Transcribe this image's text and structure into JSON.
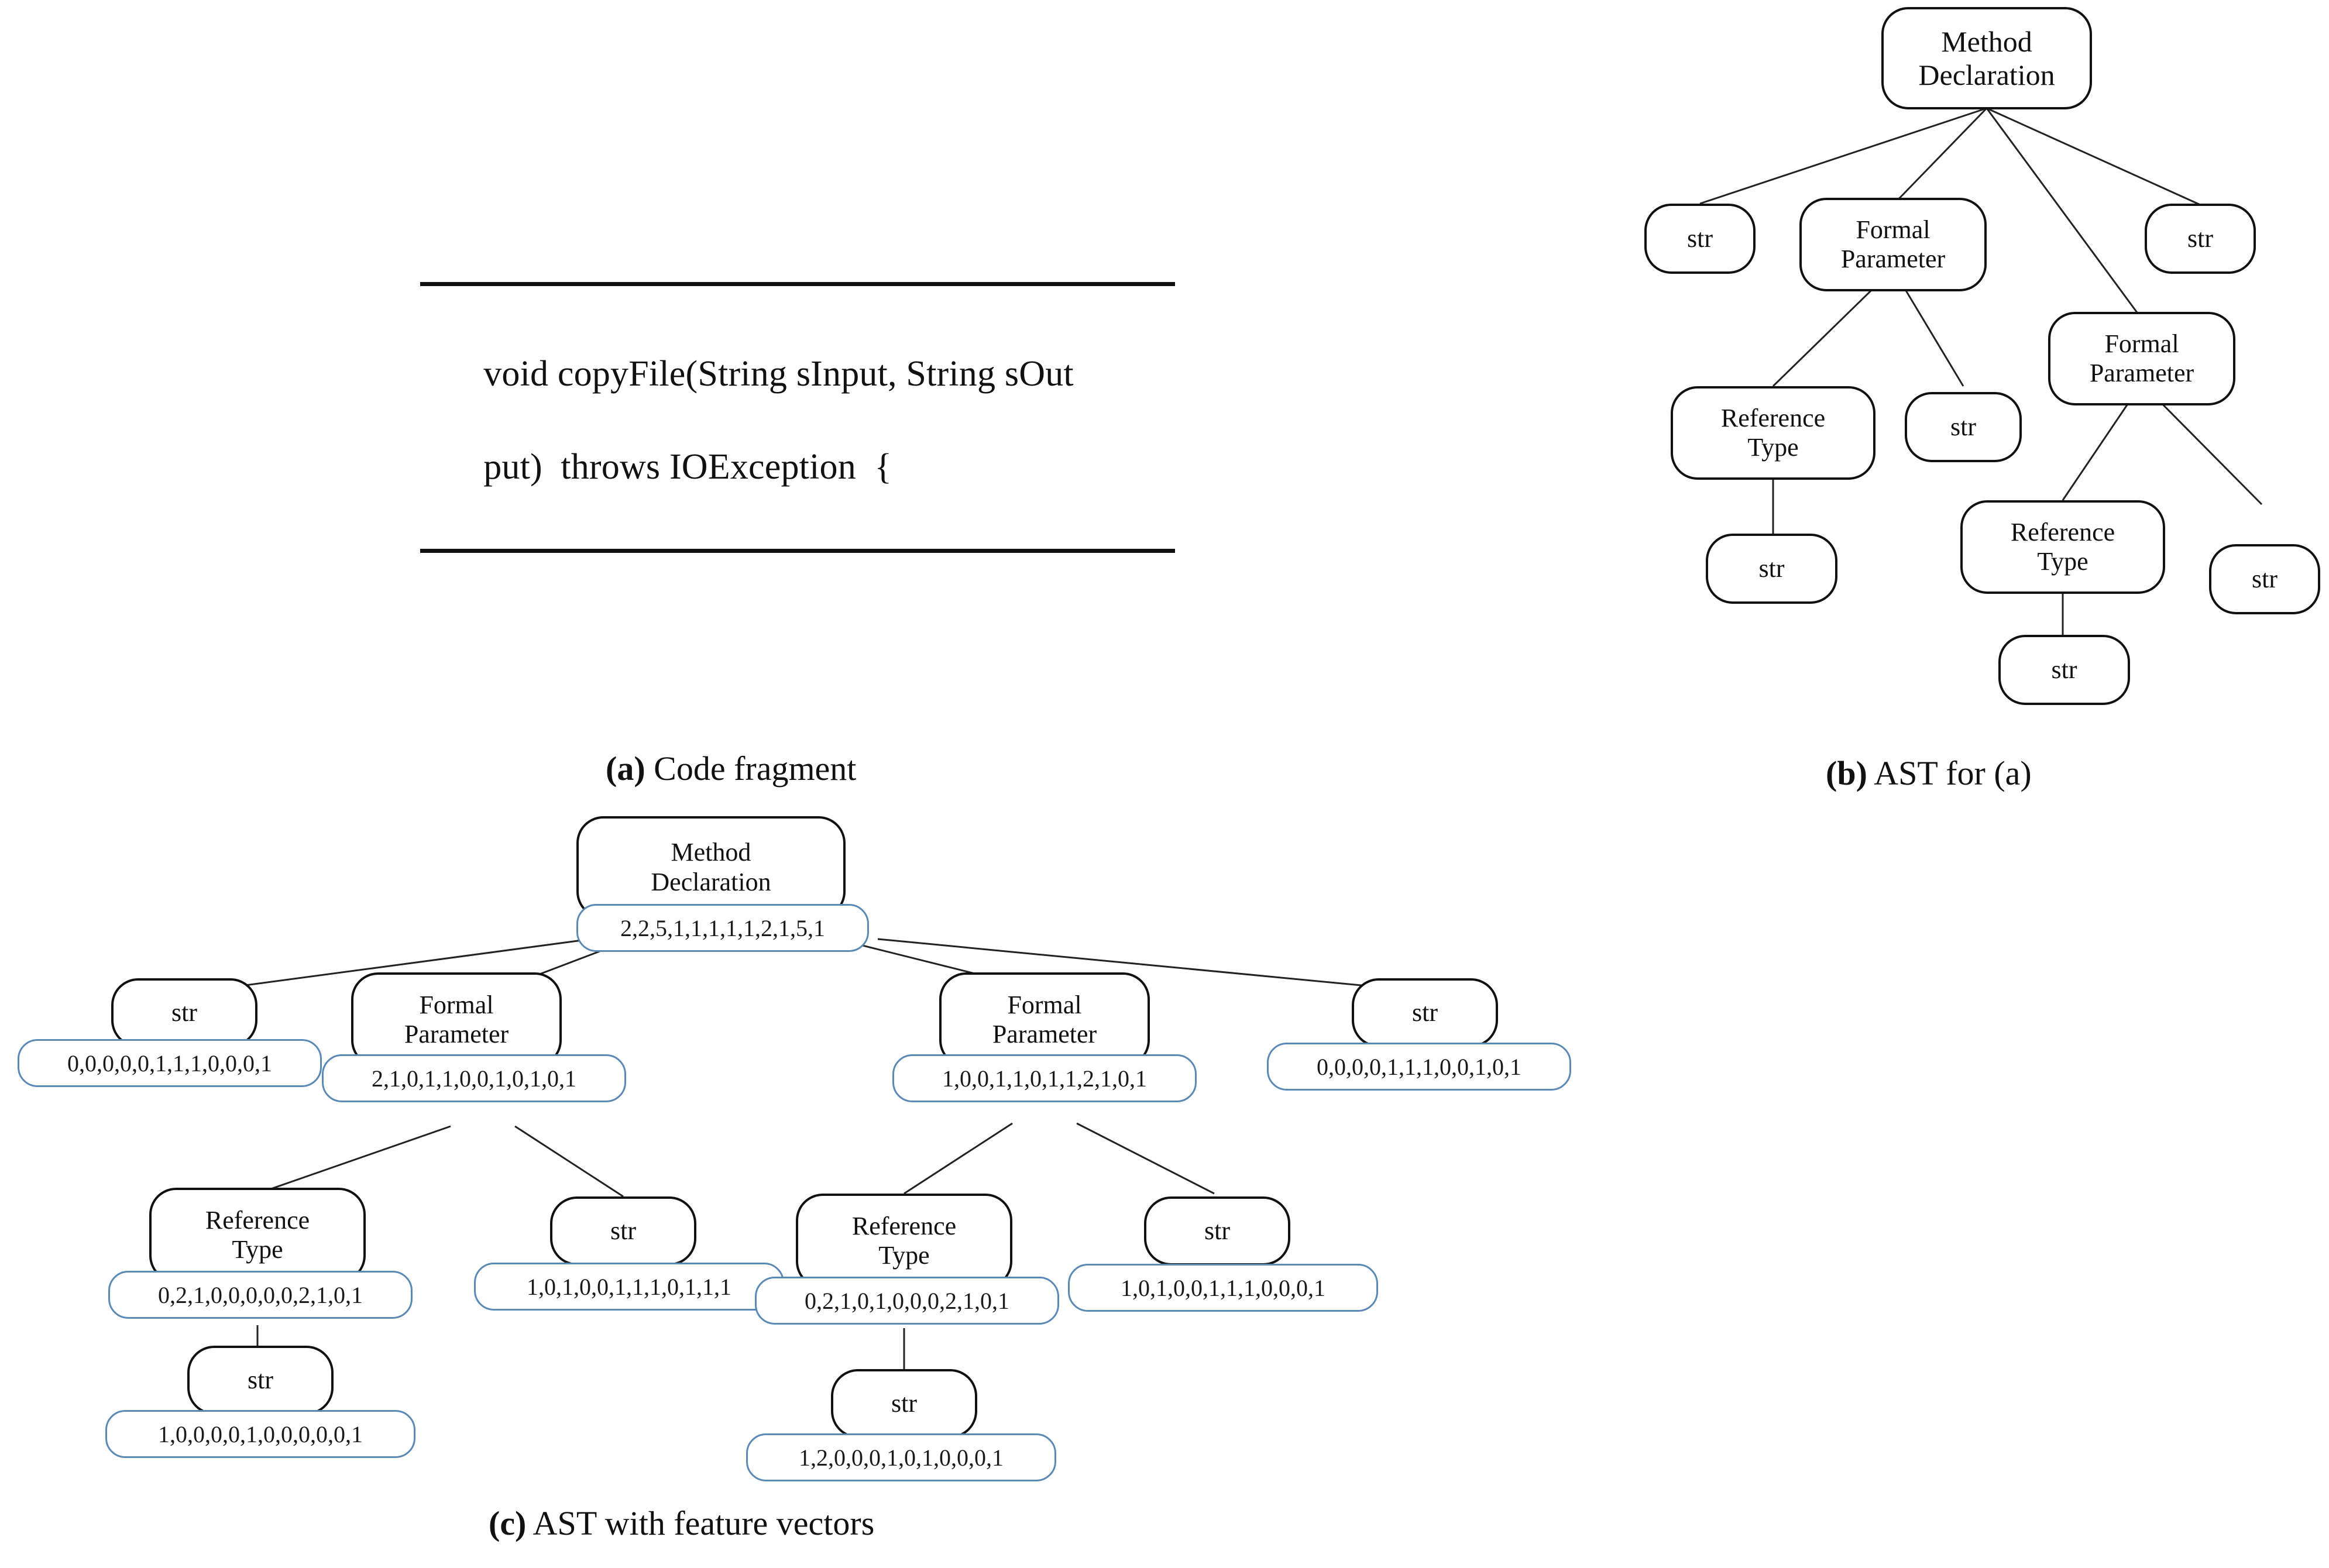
{
  "figure": {
    "panels": [
      {
        "id": "a",
        "caption_prefix": "(a)",
        "caption_text": " Code fragment"
      },
      {
        "id": "b",
        "caption_prefix": "(b)",
        "caption_text": " AST for (a)"
      },
      {
        "id": "c",
        "caption_prefix": "(c)",
        "caption_text": " AST with feature vectors"
      }
    ]
  },
  "code_fragment": {
    "line1": "void copyFile(String sInput, String sOut",
    "line2": "put)  throws IOException  {"
  },
  "ast": {
    "root": "Method Declaration",
    "node_labels": {
      "method_declaration": "Method Declaration",
      "formal_parameter": "Formal Parameter",
      "reference_type": "Reference Type",
      "str": "str"
    },
    "nodes_b": [
      {
        "key": "md",
        "label": "Method\nDeclaration"
      },
      {
        "key": "str1",
        "label": "str"
      },
      {
        "key": "fp1",
        "label": "Formal\nParameter"
      },
      {
        "key": "str2",
        "label": "str"
      },
      {
        "key": "rt1",
        "label": "Reference\nType"
      },
      {
        "key": "str3",
        "label": "str"
      },
      {
        "key": "fp2",
        "label": "Formal\nParameter"
      },
      {
        "key": "str4",
        "label": "str"
      },
      {
        "key": "rt2",
        "label": "Reference\nType"
      },
      {
        "key": "str5",
        "label": "str"
      },
      {
        "key": "str6",
        "label": "str"
      }
    ],
    "nodes_c": [
      {
        "key": "md",
        "label": "Method\nDeclaration",
        "vector": "2,2,5,1,1,1,1,1,2,1,5,1"
      },
      {
        "key": "str1",
        "label": "str",
        "vector": "0,0,0,0,0,1,1,1,0,0,0,1"
      },
      {
        "key": "fp1",
        "label": "Formal\nParameter",
        "vector": "2,1,0,1,1,0,0,1,0,1,0,1"
      },
      {
        "key": "fp2",
        "label": "Formal\nParameter",
        "vector": "1,0,0,1,1,0,1,1,2,1,0,1"
      },
      {
        "key": "str2",
        "label": "str",
        "vector": "0,0,0,0,1,1,1,0,0,1,0,1"
      },
      {
        "key": "rt1",
        "label": "Reference\nType",
        "vector": "0,2,1,0,0,0,0,0,2,1,0,1"
      },
      {
        "key": "str3",
        "label": "str",
        "vector": "1,0,1,0,0,1,1,1,0,1,1,1"
      },
      {
        "key": "rt2",
        "label": "Reference\nType",
        "vector": "0,2,1,0,1,0,0,0,2,1,0,1"
      },
      {
        "key": "str4",
        "label": "str",
        "vector": "1,0,1,0,0,1,1,1,0,0,0,1"
      },
      {
        "key": "str5",
        "label": "str",
        "vector": "1,0,0,0,0,1,0,0,0,0,0,1"
      },
      {
        "key": "str6",
        "label": "str",
        "vector": "1,2,0,0,0,1,0,1,0,0,0,1"
      }
    ]
  },
  "colors": {
    "node_border": "#111111",
    "vector_border": "#5b89b5",
    "edge": "#222222",
    "text": "#111111",
    "background": "#ffffff"
  }
}
